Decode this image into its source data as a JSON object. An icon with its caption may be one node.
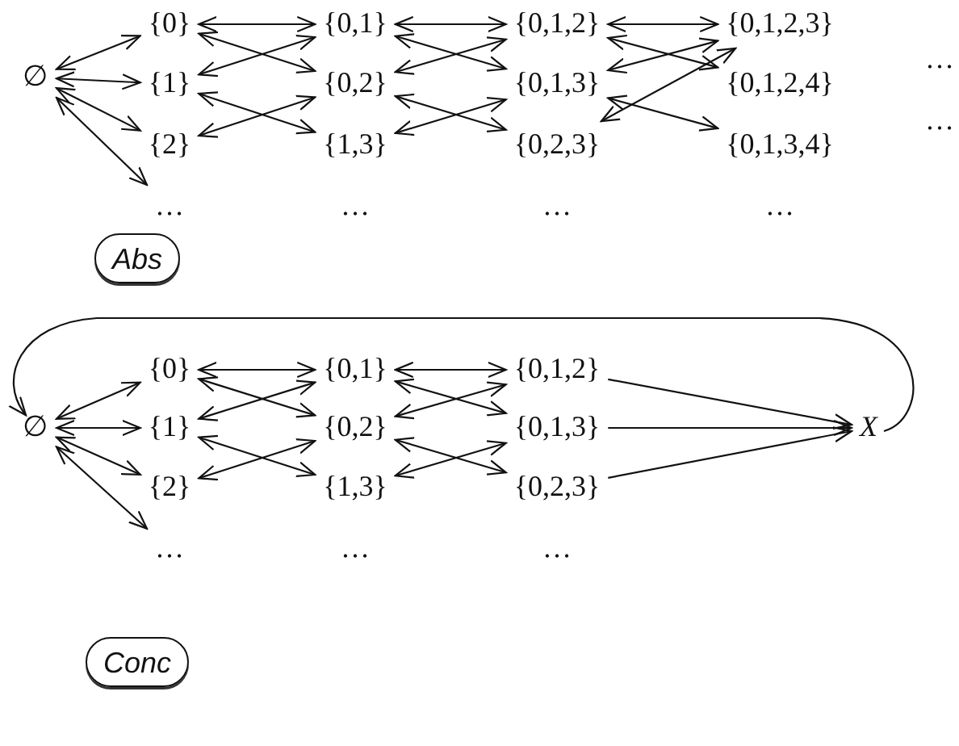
{
  "diagram": {
    "nodes": [
      {
        "text": [
          "∅"
        ]
      },
      {
        "text": [
          "{0}"
        ]
      },
      {
        "text": [
          "{1}"
        ]
      },
      {
        "text": [
          "{2}"
        ]
      },
      {
        "text": [
          "…"
        ]
      },
      {
        "text": [
          "{0,1}"
        ]
      },
      {
        "text": [
          "{0,2}"
        ]
      },
      {
        "text": [
          "{1,3}"
        ]
      },
      {
        "text": [
          "…"
        ]
      },
      {
        "text": [
          "{0,1,2}"
        ]
      },
      {
        "text": [
          "{0,1,3}"
        ]
      },
      {
        "text": [
          "{0,2,3}"
        ]
      },
      {
        "text": [
          "…"
        ]
      },
      {
        "text": [
          "{0,1,2,3}"
        ]
      },
      {
        "text": [
          "{0,1,2,4}"
        ]
      },
      {
        "text": [
          "{0,1,3,4}"
        ]
      },
      {
        "text": [
          "…"
        ]
      },
      {
        "text": [
          "Abs"
        ]
      },
      {
        "text": [
          "∅"
        ]
      },
      {
        "text": [
          "{0}"
        ]
      },
      {
        "text": [
          "{1}"
        ]
      },
      {
        "text": [
          "{2}"
        ]
      },
      {
        "text": [
          "…"
        ]
      },
      {
        "text": [
          "{0,1}"
        ]
      },
      {
        "text": [
          "{0,2}"
        ]
      },
      {
        "text": [
          "{1,3}"
        ]
      },
      {
        "text": [
          "…"
        ]
      },
      {
        "text": [
          "{0,1,2}"
        ]
      },
      {
        "text": [
          "{0,1,3}"
        ]
      },
      {
        "text": [
          "{0,2,3}"
        ]
      },
      {
        "text": [
          "…"
        ]
      },
      {
        "text": [
          "X"
        ]
      },
      {
        "text": [
          "Conc"
        ]
      }
    ],
    "edges": [
      {
        "from": 0,
        "to": 1,
        "arrow": "both"
      },
      {
        "from": 0,
        "to": 2,
        "arrow": "both"
      },
      {
        "from": 0,
        "to": 3,
        "arrow": "both"
      },
      {
        "from": 0,
        "to": 4,
        "arrow": "both"
      },
      {
        "from": 1,
        "to": 5,
        "arrow": "both"
      },
      {
        "from": 1,
        "to": 6,
        "arrow": "both"
      },
      {
        "from": 2,
        "to": 5,
        "arrow": "both"
      },
      {
        "from": 2,
        "to": 7,
        "arrow": "both"
      },
      {
        "from": 3,
        "to": 6,
        "arrow": "both"
      },
      {
        "from": 5,
        "to": 9,
        "arrow": "both"
      },
      {
        "from": 5,
        "to": 10,
        "arrow": "both"
      },
      {
        "from": 6,
        "to": 9,
        "arrow": "both"
      },
      {
        "from": 6,
        "to": 11,
        "arrow": "both"
      },
      {
        "from": 7,
        "to": 10,
        "arrow": "both"
      },
      {
        "from": 9,
        "to": 13,
        "arrow": "both"
      },
      {
        "from": 9,
        "to": 14,
        "arrow": "both"
      },
      {
        "from": 10,
        "to": 13,
        "arrow": "both"
      },
      {
        "from": 10,
        "to": 15,
        "arrow": "both"
      },
      {
        "from": 11,
        "to": 13,
        "arrow": "both"
      },
      {
        "from": 18,
        "to": 19,
        "arrow": "both"
      },
      {
        "from": 18,
        "to": 20,
        "arrow": "both"
      },
      {
        "from": 18,
        "to": 21,
        "arrow": "both"
      },
      {
        "from": 18,
        "to": 22,
        "arrow": "both"
      },
      {
        "from": 19,
        "to": 23,
        "arrow": "both"
      },
      {
        "from": 19,
        "to": 24,
        "arrow": "both"
      },
      {
        "from": 20,
        "to": 23,
        "arrow": "both"
      },
      {
        "from": 20,
        "to": 25,
        "arrow": "both"
      },
      {
        "from": 21,
        "to": 24,
        "arrow": "both"
      },
      {
        "from": 23,
        "to": 27,
        "arrow": "both"
      },
      {
        "from": 23,
        "to": 28,
        "arrow": "both"
      },
      {
        "from": 24,
        "to": 27,
        "arrow": "both"
      },
      {
        "from": 24,
        "to": 29,
        "arrow": "both"
      },
      {
        "from": 25,
        "to": 28,
        "arrow": "both"
      },
      {
        "from": 27,
        "to": 31,
        "arrow": "to"
      },
      {
        "from": 28,
        "to": 31,
        "arrow": "to"
      },
      {
        "from": 29,
        "to": 31,
        "arrow": "to"
      },
      {
        "from": 31,
        "to": 18,
        "arrow": "to"
      }
    ],
    "labels": [
      "…",
      "…"
    ]
  }
}
